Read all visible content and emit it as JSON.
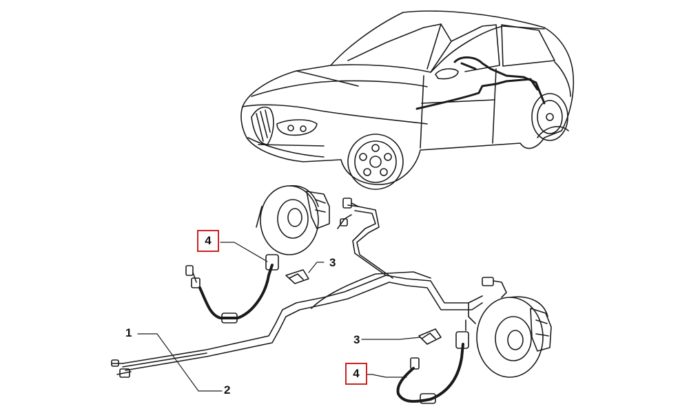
{
  "callouts": [
    {
      "id": "c1",
      "label": "1",
      "highlighted": false
    },
    {
      "id": "c2",
      "label": "2",
      "highlighted": false
    },
    {
      "id": "c3a",
      "label": "3",
      "highlighted": false
    },
    {
      "id": "c3b",
      "label": "3",
      "highlighted": false
    },
    {
      "id": "c4a",
      "label": "4",
      "highlighted": true
    },
    {
      "id": "c4b",
      "label": "4",
      "highlighted": true
    }
  ],
  "colors": {
    "line": "#1a1a1a",
    "highlight_box": "#cc1f1f",
    "background": "#ffffff"
  }
}
